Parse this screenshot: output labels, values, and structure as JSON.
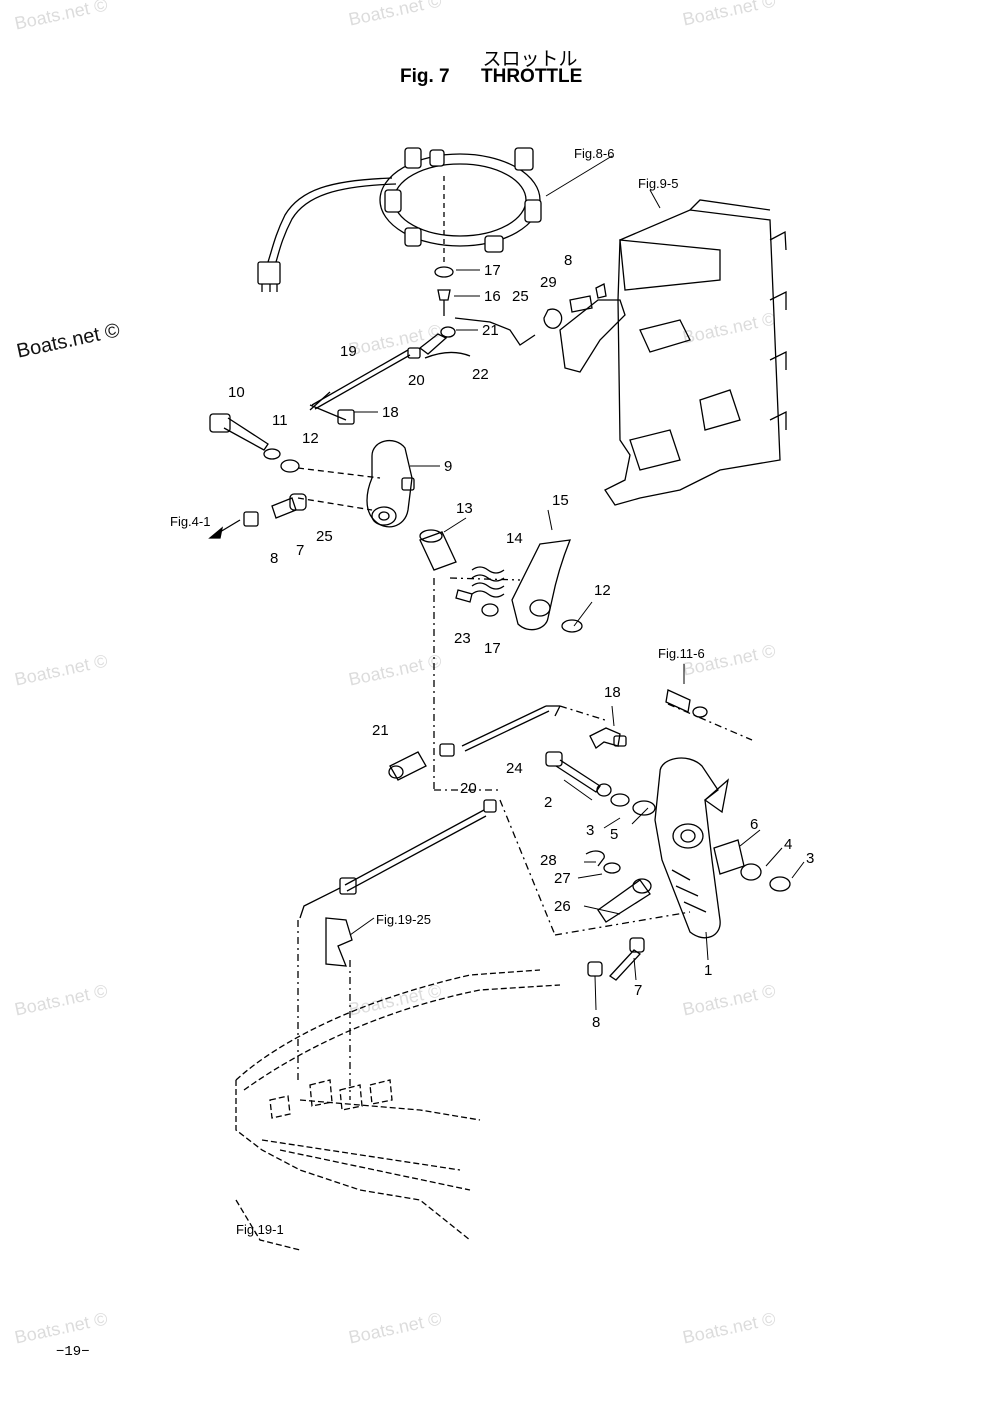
{
  "title": {
    "jp": "スロットル",
    "fig": "Fig. 7",
    "name": "THROTTLE"
  },
  "watermark": "Boats.net ©",
  "page_number": "−19−",
  "references": [
    "Fig.8-6",
    "Fig.9-5",
    "Fig.4-1",
    "Fig.11-6",
    "Fig.19-25",
    "Fig.19-1"
  ],
  "part_labels": [
    "17",
    "16",
    "21",
    "22",
    "20",
    "19",
    "25",
    "29",
    "8",
    "10",
    "11",
    "12",
    "18",
    "9",
    "7",
    "25",
    "8",
    "13",
    "14",
    "15",
    "12",
    "23",
    "17",
    "18",
    "21",
    "20",
    "24",
    "2",
    "3",
    "5",
    "6",
    "4",
    "3",
    "28",
    "27",
    "26",
    "1",
    "7",
    "8"
  ]
}
